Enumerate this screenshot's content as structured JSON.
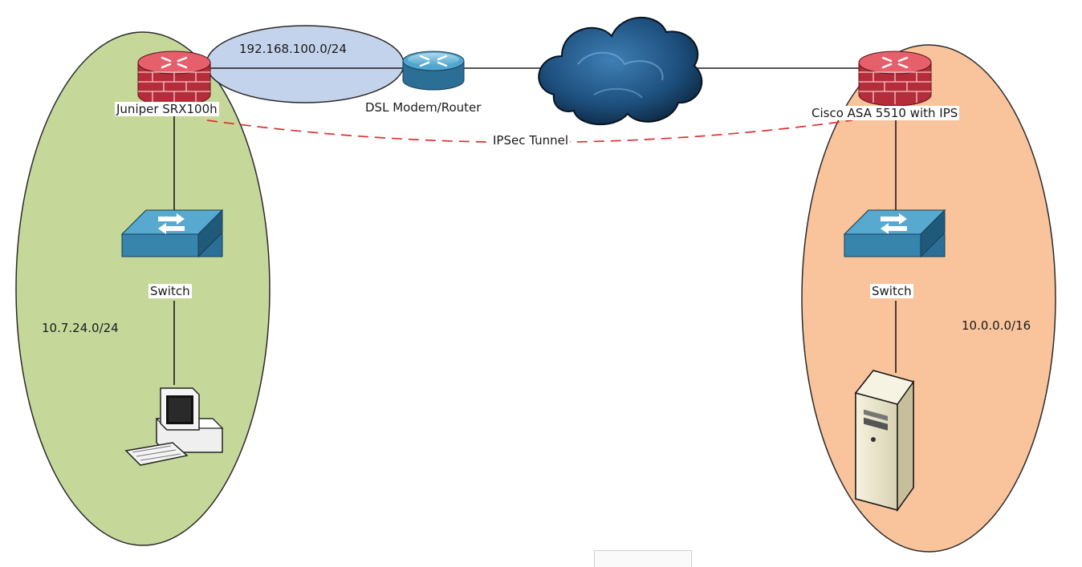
{
  "labels": {
    "juniper": "Juniper SRX100h",
    "dsl": "DSL Modem/Router",
    "cisco": "Cisco ASA 5510 with IPS",
    "tunnel": "IPSec Tunnel",
    "wan_subnet": "192.168.100.0/24",
    "switch_left": "Switch",
    "switch_right": "Switch",
    "left_subnet": "10.7.24.0/24",
    "right_subnet": "10.0.0.0/16"
  },
  "colors": {
    "left_zone": "#c5d89a",
    "right_zone": "#f9c49c",
    "wan_zone": "#c4d3ec",
    "tunnel": "#e03030",
    "firewall": "#d94350",
    "network_device": "#3c8fb8",
    "cloud": "#1d4f7d"
  },
  "icons": {
    "juniper": "firewall-icon",
    "cisco": "firewall-icon",
    "dsl": "router-icon",
    "internet": "cloud-icon",
    "switch_left": "switch-icon",
    "switch_right": "switch-icon",
    "workstation": "workstation-icon",
    "server": "server-icon"
  }
}
